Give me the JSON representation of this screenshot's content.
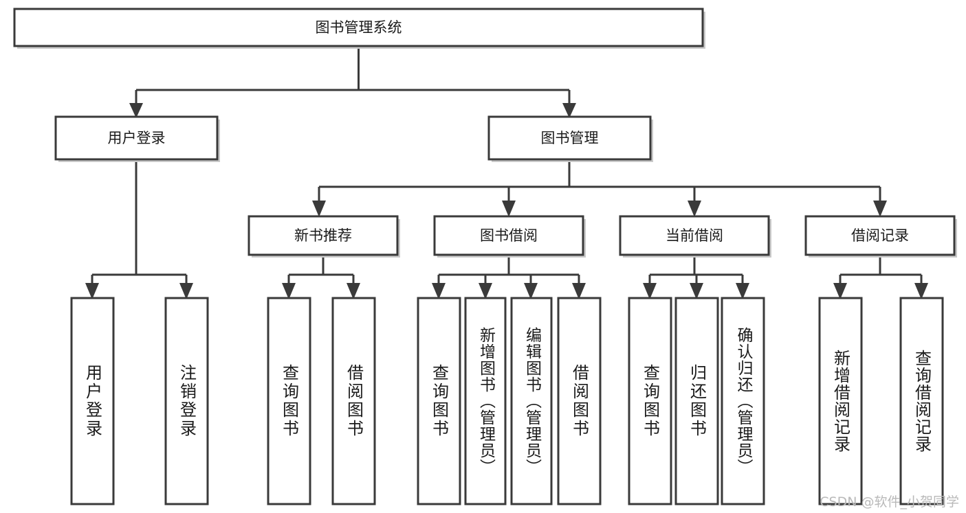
{
  "diagram": {
    "title": "图书管理系统",
    "watermark": "CSDN @软件_小贺同学",
    "colors": {
      "stroke": "#3a3a3a",
      "shadow": "#c9c9c9",
      "fill": "#ffffff",
      "text": "#1a1a1a",
      "watermark": "#b9b9b9"
    },
    "root": {
      "label": "图书管理系统"
    },
    "level2": [
      {
        "label": "用户登录"
      },
      {
        "label": "图书管理"
      }
    ],
    "level3": [
      {
        "label": "新书推荐"
      },
      {
        "label": "图书借阅"
      },
      {
        "label": "当前借阅"
      },
      {
        "label": "借阅记录"
      }
    ],
    "leaves": {
      "user_login": [
        {
          "label": "用户登录"
        },
        {
          "label": "注销登录"
        }
      ],
      "new_book_recommend": [
        {
          "label": "查询图书"
        },
        {
          "label": "借阅图书"
        }
      ],
      "book_borrow": [
        {
          "label": "查询图书"
        },
        {
          "label": "新增图书（管理员）"
        },
        {
          "label": "编辑图书（管理员）"
        },
        {
          "label": "借阅图书"
        }
      ],
      "current_borrow": [
        {
          "label": "查询图书"
        },
        {
          "label": "归还图书"
        },
        {
          "label": "确认归还（管理员）"
        }
      ],
      "borrow_record": [
        {
          "label": "新增借阅记录"
        },
        {
          "label": "查询借阅记录"
        }
      ]
    }
  }
}
